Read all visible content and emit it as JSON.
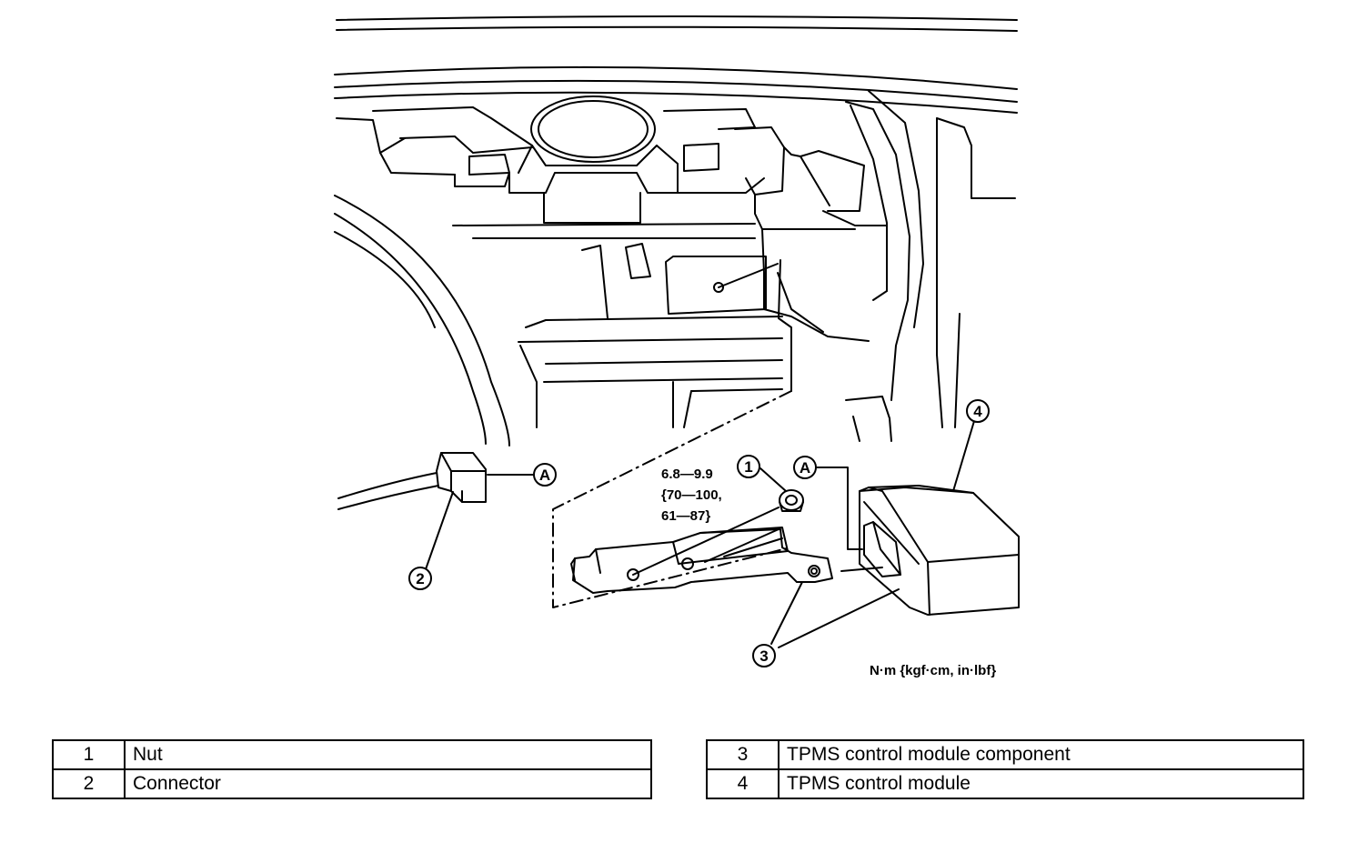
{
  "callouts": {
    "nut": "1",
    "connector": "2",
    "component": "3",
    "module": "4",
    "ref_a_left": "A",
    "ref_a_right": "A"
  },
  "torque": {
    "line1": "6.8—9.9",
    "line2": "{70—100,",
    "line3": "61—87}"
  },
  "units": "N·m {kgf·cm, in·lbf}",
  "legend_left": [
    {
      "num": "1",
      "desc": "Nut"
    },
    {
      "num": "2",
      "desc": "Connector"
    }
  ],
  "legend_right": [
    {
      "num": "3",
      "desc": "TPMS control module component"
    },
    {
      "num": "4",
      "desc": "TPMS control module"
    }
  ]
}
